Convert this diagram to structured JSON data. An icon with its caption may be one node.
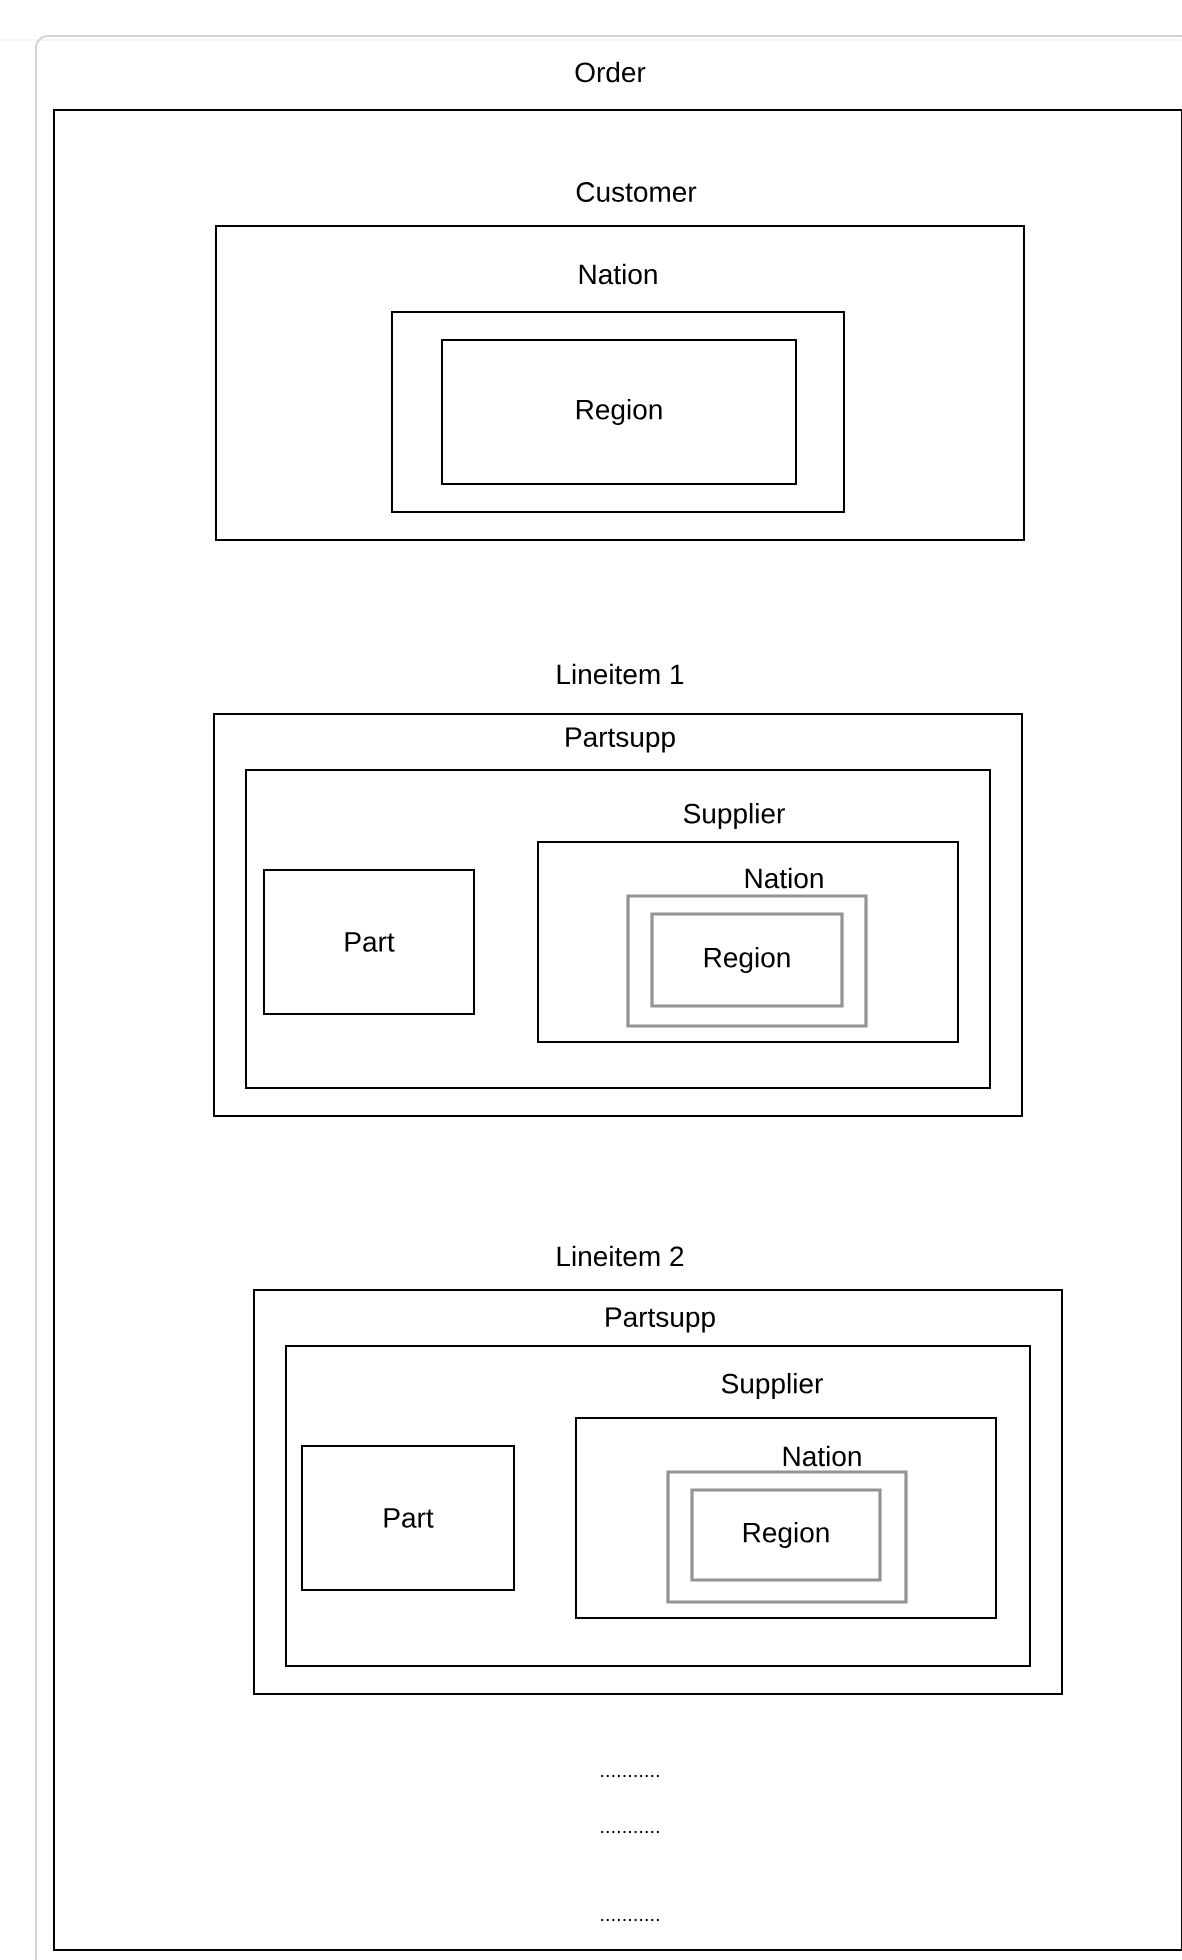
{
  "diagram": {
    "nodes": [
      {
        "text": [
          "Order"
        ]
      },
      {
        "text": [
          "Customer"
        ],
        "in": 0
      },
      {
        "text": [
          "Nation"
        ],
        "in": 1
      },
      {
        "text": [
          "Region"
        ],
        "in": 2
      },
      {
        "text": [
          "Lineitem 1"
        ],
        "in": 0
      },
      {
        "text": [
          "Partsupp"
        ],
        "in": 4
      },
      {
        "text": [
          "Part"
        ],
        "in": 5
      },
      {
        "text": [
          "Supplier"
        ],
        "in": 5
      },
      {
        "text": [
          "Nation"
        ],
        "in": 7
      },
      {
        "text": [
          "Region"
        ],
        "in": 8
      },
      {
        "text": [
          "Lineitem 2"
        ],
        "in": 0
      },
      {
        "text": [
          "Partsupp"
        ],
        "in": 10
      },
      {
        "text": [
          "Part"
        ],
        "in": 11
      },
      {
        "text": [
          "Supplier"
        ],
        "in": 11
      },
      {
        "text": [
          "Nation"
        ],
        "in": 13
      },
      {
        "text": [
          "Region"
        ],
        "in": 14
      }
    ],
    "edges": [],
    "labels": [
      "...........",
      "...........",
      "..........."
    ]
  }
}
